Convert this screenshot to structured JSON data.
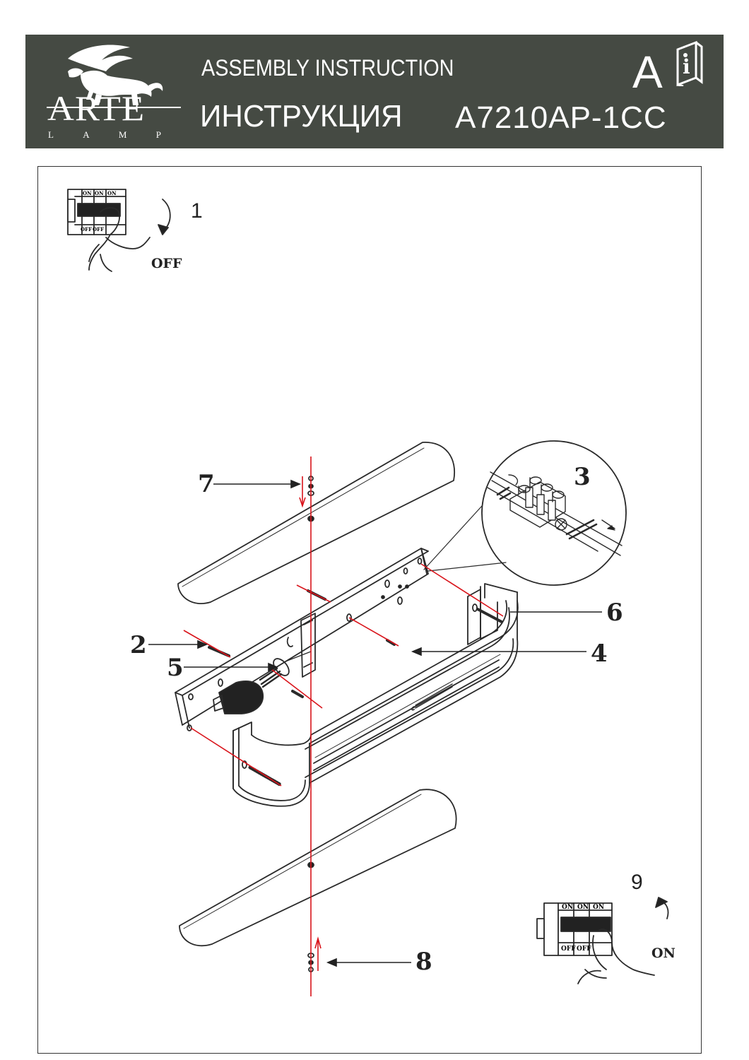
{
  "header": {
    "brand": "ARTE",
    "brand_sub": [
      "L",
      "A",
      "M",
      "P"
    ],
    "title_en": "ASSEMBLY INSTRUCTION",
    "title_ru": "ИНСТРУКЦИЯ",
    "model": "A7210AP-1CC",
    "badge_letter": "A"
  },
  "steps": {
    "s1": "1",
    "s2": "2",
    "s3": "3",
    "s4": "4",
    "s5": "5",
    "s6": "6",
    "s7": "7",
    "s8": "8",
    "s9": "9"
  },
  "switches": {
    "off_label": "OFF",
    "on_label": "ON",
    "on_small": "ON",
    "off_small": "OFF"
  },
  "colors": {
    "header_bg": "#454a43",
    "line_red": "#d9141b",
    "ink": "#222222"
  }
}
